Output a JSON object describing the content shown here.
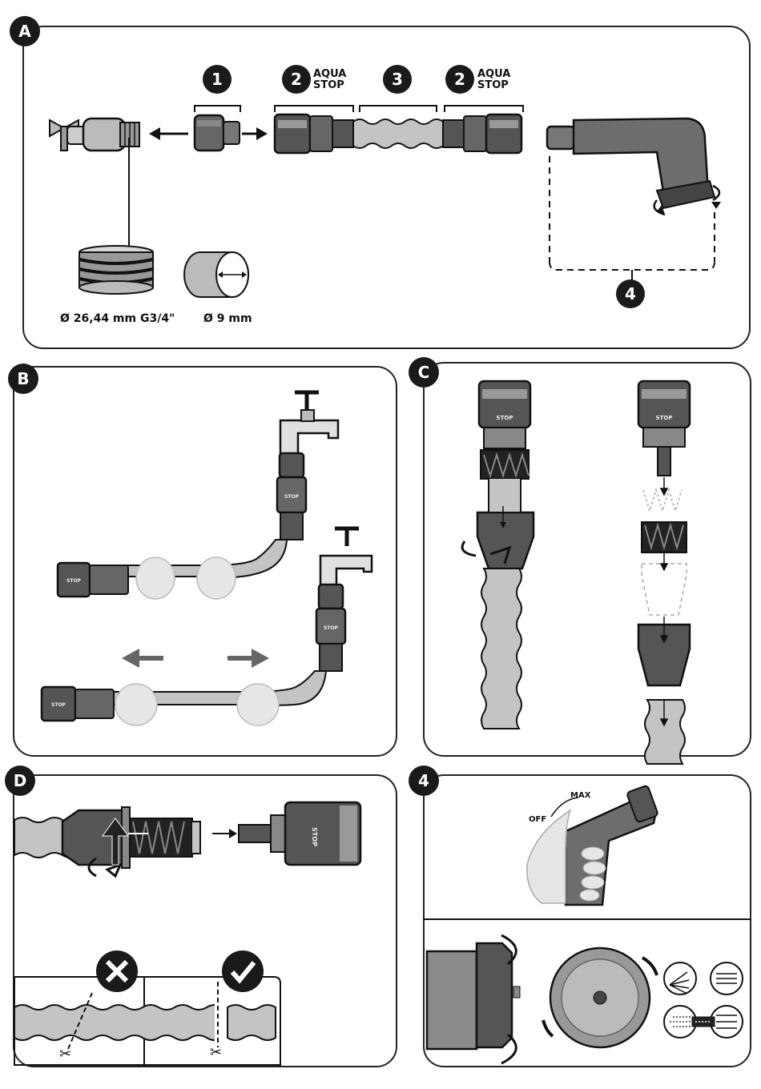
{
  "panels": {
    "a": {
      "badge": "A"
    },
    "b": {
      "badge": "B"
    },
    "c": {
      "badge": "C"
    },
    "d": {
      "badge": "D"
    },
    "e": {
      "badge": "4"
    }
  },
  "panel_a": {
    "callout_1": "1",
    "callout_2": "2",
    "callout_3": "3",
    "callout_4": "4",
    "aqua": "AQUA",
    "stop": "STOP",
    "thread_label": "Ø 26,44 mm G3/4\"",
    "hose_label": "Ø 9 mm"
  },
  "connector_text": "STOP",
  "panel_e": {
    "off": "OFF",
    "max": "MAX"
  },
  "colors": {
    "dark": "#5a5a5a",
    "mid": "#8a8a8a",
    "light": "#c6c6c6",
    "outline": "#1a1a1a"
  }
}
